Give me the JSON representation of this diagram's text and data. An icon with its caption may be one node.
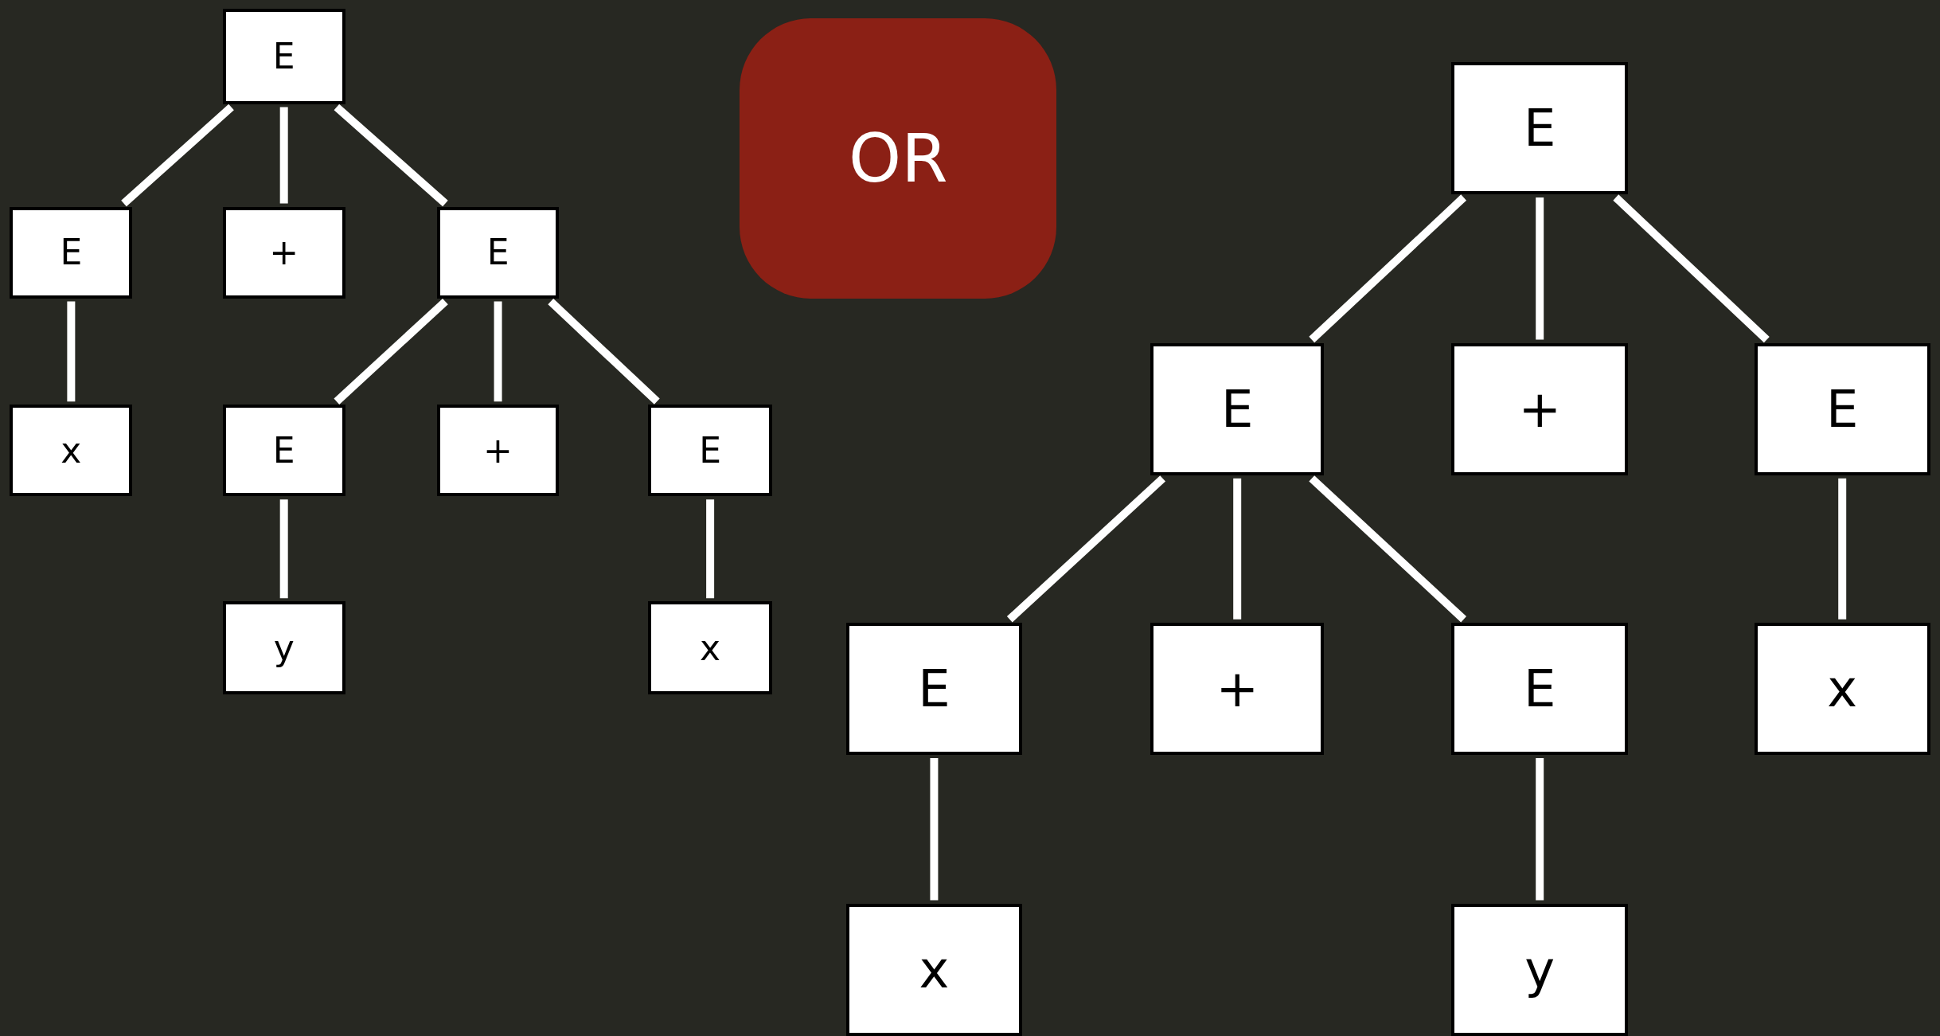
{
  "diagram": {
    "nodes": [
      {
        "text": [
          "E"
        ]
      },
      {
        "text": [
          "E"
        ]
      },
      {
        "text": [
          "+"
        ]
      },
      {
        "text": [
          "E"
        ]
      },
      {
        "text": [
          "x"
        ]
      },
      {
        "text": [
          "E"
        ]
      },
      {
        "text": [
          "+"
        ]
      },
      {
        "text": [
          "E"
        ]
      },
      {
        "text": [
          "y"
        ]
      },
      {
        "text": [
          "x"
        ]
      },
      {
        "text": [
          "OR"
        ]
      },
      {
        "text": [
          "E"
        ]
      },
      {
        "text": [
          "E"
        ]
      },
      {
        "text": [
          "+"
        ]
      },
      {
        "text": [
          "E"
        ]
      },
      {
        "text": [
          "E"
        ]
      },
      {
        "text": [
          "+"
        ]
      },
      {
        "text": [
          "E"
        ]
      },
      {
        "text": [
          "x"
        ]
      },
      {
        "text": [
          "x"
        ]
      },
      {
        "text": [
          "y"
        ]
      }
    ],
    "edges": [
      {
        "from": 0,
        "to": 1,
        "arrow": "none"
      },
      {
        "from": 0,
        "to": 2,
        "arrow": "none"
      },
      {
        "from": 0,
        "to": 3,
        "arrow": "none"
      },
      {
        "from": 1,
        "to": 4,
        "arrow": "none"
      },
      {
        "from": 3,
        "to": 5,
        "arrow": "none"
      },
      {
        "from": 3,
        "to": 6,
        "arrow": "none"
      },
      {
        "from": 3,
        "to": 7,
        "arrow": "none"
      },
      {
        "from": 5,
        "to": 8,
        "arrow": "none"
      },
      {
        "from": 7,
        "to": 9,
        "arrow": "none"
      },
      {
        "from": 11,
        "to": 12,
        "arrow": "none"
      },
      {
        "from": 11,
        "to": 13,
        "arrow": "none"
      },
      {
        "from": 11,
        "to": 14,
        "arrow": "none"
      },
      {
        "from": 12,
        "to": 15,
        "arrow": "none"
      },
      {
        "from": 12,
        "to": 16,
        "arrow": "none"
      },
      {
        "from": 12,
        "to": 17,
        "arrow": "none"
      },
      {
        "from": 14,
        "to": 18,
        "arrow": "none"
      },
      {
        "from": 15,
        "to": 19,
        "arrow": "none"
      },
      {
        "from": 17,
        "to": 20,
        "arrow": "none"
      }
    ]
  }
}
